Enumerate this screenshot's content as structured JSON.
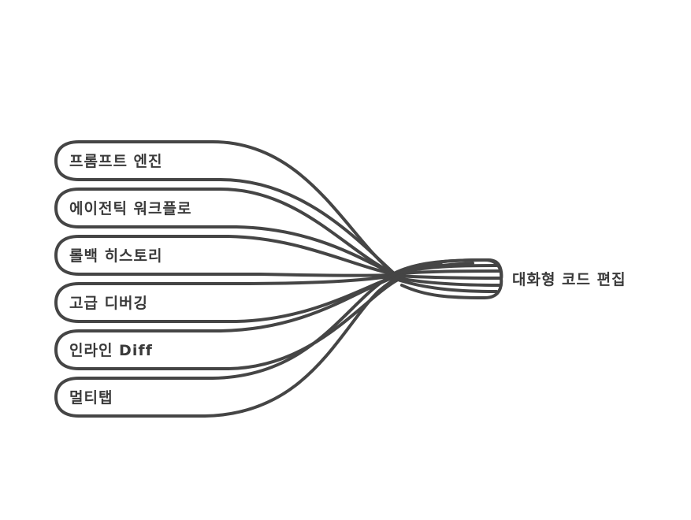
{
  "diagram": {
    "type": "mindmap",
    "stroke_color": "#454545",
    "text_color": "#3a3a3a",
    "background": "#ffffff",
    "root": {
      "label": "대화형 코드 편집"
    },
    "branches": [
      {
        "label": "프롬프트 엔진"
      },
      {
        "label": "에이전틱 워크플로"
      },
      {
        "label": "롤백 히스토리"
      },
      {
        "label": "고급 디버깅"
      },
      {
        "label": "인라인 Diff"
      },
      {
        "label": "멀티탭"
      }
    ]
  }
}
